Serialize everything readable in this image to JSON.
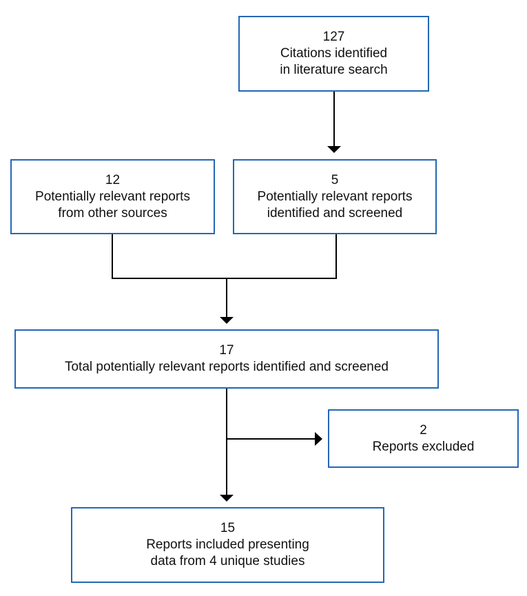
{
  "nodes": {
    "citations": {
      "count": "127",
      "lines": [
        "Citations identified",
        "in literature search"
      ]
    },
    "other_sources": {
      "count": "12",
      "lines": [
        "Potentially relevant reports",
        "from other sources"
      ]
    },
    "screened": {
      "count": "5",
      "lines": [
        "Potentially relevant reports",
        "identified and screened"
      ]
    },
    "total": {
      "count": "17",
      "lines": [
        "Total potentially relevant reports identified and screened"
      ]
    },
    "excluded": {
      "count": "2",
      "lines": [
        "Reports excluded"
      ]
    },
    "included": {
      "count": "15",
      "lines": [
        "Reports included presenting",
        "data from 4 unique studies"
      ]
    }
  },
  "edges": [
    {
      "from": "citations",
      "to": "screened"
    },
    {
      "from": "other_sources",
      "to": "total"
    },
    {
      "from": "screened",
      "to": "total"
    },
    {
      "from": "total",
      "to": "excluded"
    },
    {
      "from": "total",
      "to": "included"
    }
  ],
  "colors": {
    "box_border": "#2467b4",
    "connector": "#000000"
  }
}
